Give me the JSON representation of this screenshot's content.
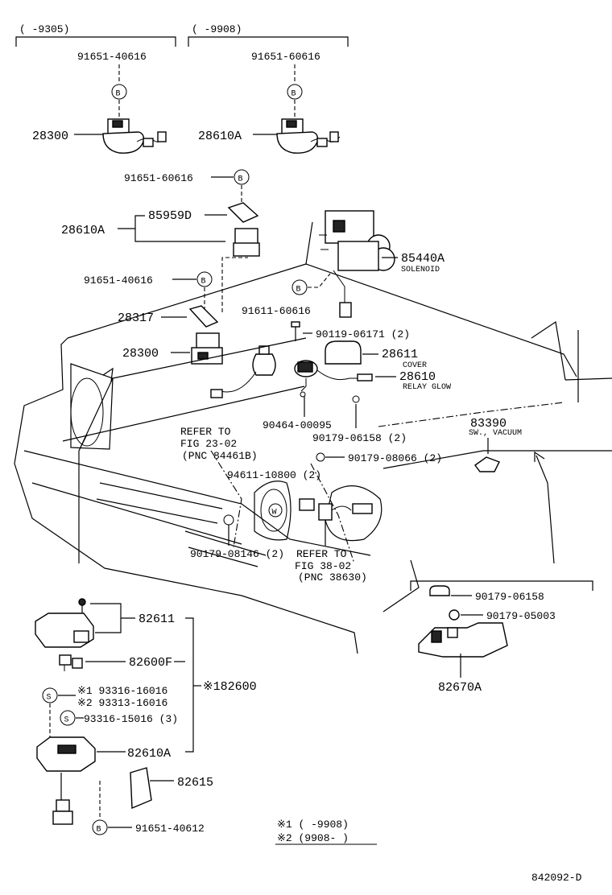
{
  "headers": {
    "left": "(      -9305)",
    "right": "(      -9908)"
  },
  "parts": {
    "p91651_40616_top": "91651-40616",
    "p91651_60616_top": "91651-60616",
    "p28300_top": "28300",
    "p28610A_top": "28610A",
    "p91651_60616_mid": "91651-60616",
    "p85959D": "85959D",
    "p28610A_mid": "28610A",
    "p91651_40616_mid": "91651-40616",
    "p28317": "28317",
    "p28300_mid": "28300",
    "p85440A": "85440A",
    "solenoid": "SOLENOID",
    "p91611_60616": "91611-60616",
    "p90119_06171": "90119-06171 (2)",
    "p28611": "28611",
    "cover": "COVER",
    "p28610": "28610",
    "relay_glow": "RELAY GLOW",
    "p90464_00095": "90464-00095",
    "p90179_06158_a": "90179-06158 (2)",
    "p83390": "83390",
    "sw_vacuum": "SW., VACUUM",
    "p90179_08066": "90179-08066 (2)",
    "p94611_10800": "94611-10800 (2)",
    "p90179_08146": "90179-08146 (2)",
    "p90179_06158_b": "90179-06158",
    "p90179_05003": "90179-05003",
    "p82670A": "82670A",
    "p82611": "82611",
    "p82600F": "82600F",
    "p182600": "※182600",
    "p93316_16016": "※1 93316-16016",
    "p93313_16016": "※2 93313-16016",
    "p93316_15016": "93316-15016 (3)",
    "p82610A": "82610A",
    "p82615": "82615",
    "p91651_40612": "91651-40612"
  },
  "refs": {
    "ref1_line1": "REFER TO",
    "ref1_line2": "FIG 23-02",
    "ref1_line3": "(PNC 84461B)",
    "ref2_line1": "REFER TO",
    "ref2_line2": "FIG 38-02",
    "ref2_line3": "(PNC 38630)"
  },
  "symbols": {
    "b": "B",
    "s": "S",
    "w": "W"
  },
  "notes": {
    "note1": "※1 (        -9908)",
    "note2": "※2 (9908-        )"
  },
  "figure_id": "842092-D"
}
